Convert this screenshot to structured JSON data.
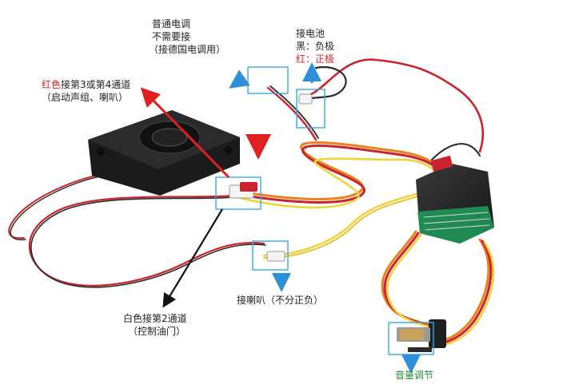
{
  "labels": {
    "esc": {
      "line1": "普通电调",
      "line2": "不需要接",
      "line3": "（接德国电调用）"
    },
    "battery": {
      "title": "接电池",
      "black": "黑：负极",
      "red": "红：正极"
    },
    "red_channel": {
      "line1": "红色接第3或第4通道",
      "line2": "（启动声组、喇叭）"
    },
    "speaker": "接喇叭（不分正负）",
    "white_channel": {
      "line1": "白色接第2通道",
      "line2": "（控制油门）"
    },
    "volume": "音量调节"
  },
  "colors": {
    "text": "#222222",
    "red_text": "#e02020",
    "green_text": "#2a8f3a",
    "box_outline": "#39a9e0",
    "arrow_blue": "#2f8fd8",
    "arrow_red": "#e02020",
    "arrow_black": "#111111",
    "wire_red": "#c9232e",
    "wire_orange": "#e8821e",
    "wire_yellow": "#f2d23a",
    "wire_black": "#2a2a2a",
    "speaker_body": "#1b1b1b",
    "module_pcb": "#1f9e5a"
  }
}
